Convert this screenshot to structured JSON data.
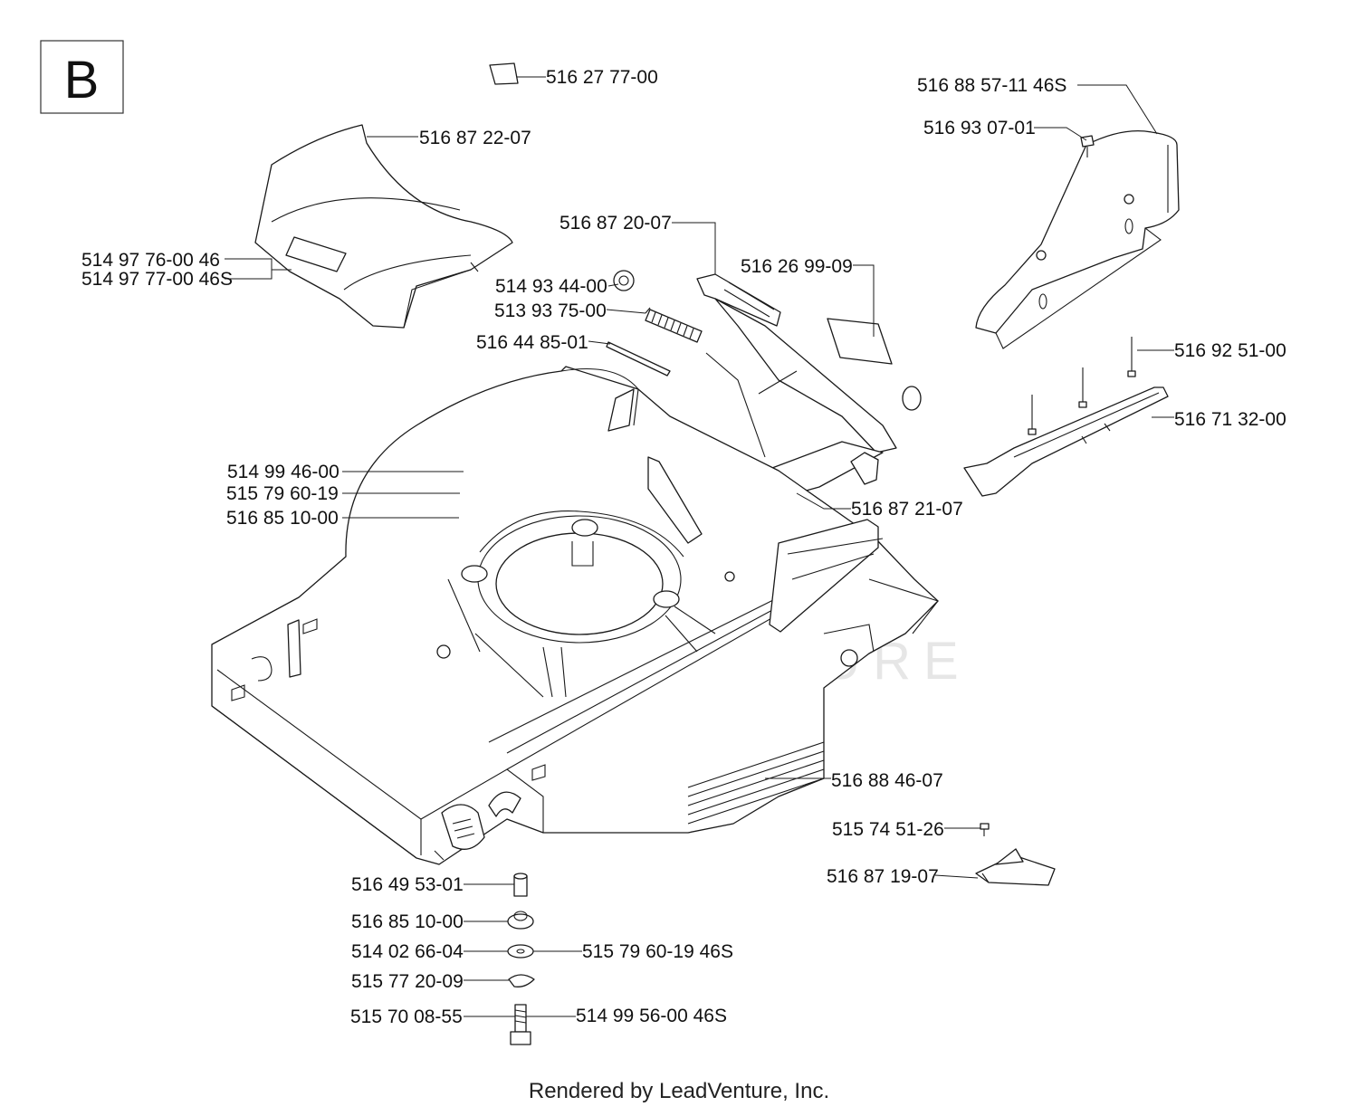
{
  "section_label": "B",
  "watermark": "LEADVENTURE",
  "footer": "Rendered by LeadVenture, Inc.",
  "callouts": [
    "516 27 77-00",
    "516 87 22-07",
    "514 97 76-00 46",
    "514 97 77-00 46S",
    "516 87 20-07",
    "514 93 44-00",
    "513 93 75-00",
    "516 44 85-01",
    "516 26 99-09",
    "516 88 57-11 46S",
    "516 93 07-01",
    "516 92 51-00",
    "516 71 32-00",
    "514 99 46-00",
    "515 79 60-19",
    "516 85 10-00",
    "516 87 21-07",
    "516 88 46-07",
    "515 74 51-26",
    "516 87 19-07",
    "516 49 53-01",
    "516 85 10-00",
    "514 02 66-04",
    "515 79 60-19 46S",
    "515 77 20-09",
    "515 70 08-55",
    "514 99 56-00 46S"
  ]
}
